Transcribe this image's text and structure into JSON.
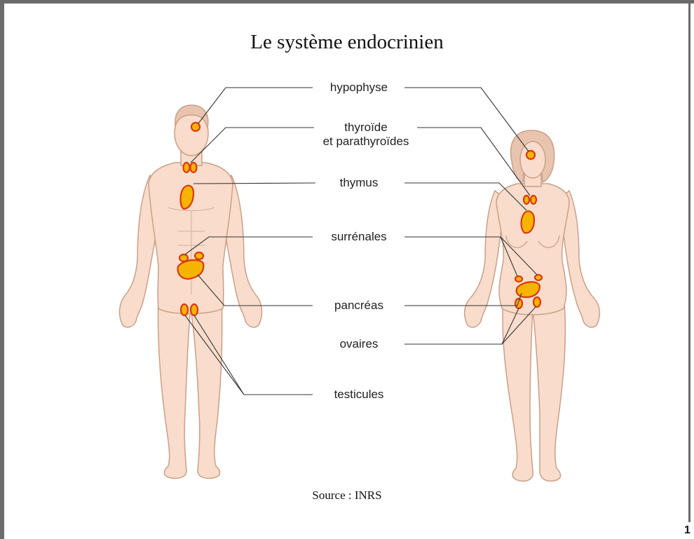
{
  "title": "Le système endocrinien",
  "labels": {
    "hypophyse": "hypophyse",
    "thyroide_1": "thyroïde",
    "thyroide_2": "et parathyroïdes",
    "thymus": "thymus",
    "surrenales": "surrénales",
    "pancreas": "pancréas",
    "ovaires": "ovaires",
    "testicules": "testicules"
  },
  "source": "Source : INRS",
  "page_number": "1",
  "colors": {
    "skin": "#f9dccb",
    "skin_outline": "#c9a08a",
    "gland_fill": "#f6b400",
    "gland_outline": "#d93a14",
    "leader_line": "#333333",
    "frame": "#6b6b6b"
  }
}
